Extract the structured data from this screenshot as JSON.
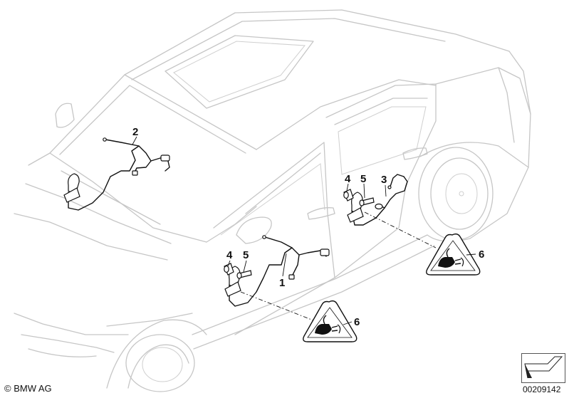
{
  "callouts": {
    "c1": "1",
    "c2": "2",
    "c3": "3",
    "c4_front": "4",
    "c5_front": "5",
    "c4_rear": "4",
    "c5_rear": "5",
    "c6_front": "6",
    "c6_rear": "6"
  },
  "footer": {
    "copyright": "© BMW AG",
    "diagram_number": "00209142"
  },
  "icons": {
    "warning_symbol": "connector-warning-icon",
    "orientation": "orientation-arrow-icon"
  },
  "colors": {
    "car_outline": "#c6c6c6",
    "parts": "#111111",
    "background": "#ffffff"
  }
}
